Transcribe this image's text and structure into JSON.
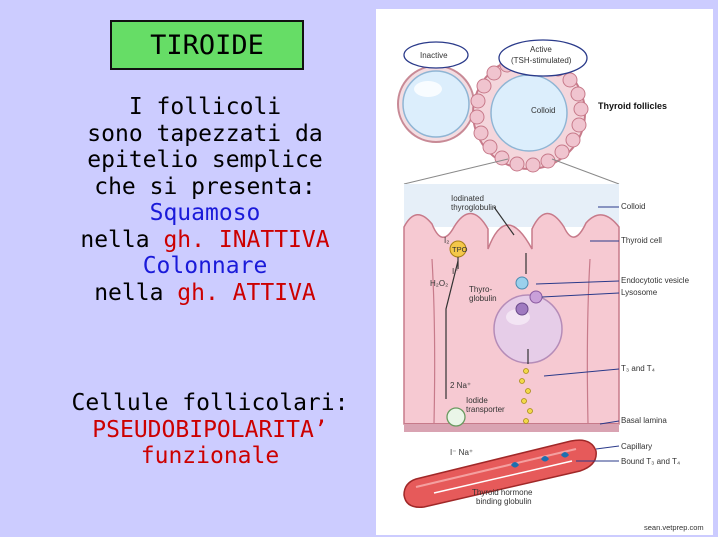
{
  "slide": {
    "title": "TIROIDE",
    "para_lines": [
      "I follicoli",
      "sono tapezzati da",
      "epitelio semplice",
      "che si presenta:",
      "Squamoso"
    ],
    "inactive_prefix": "nella ",
    "inactive_gh": "gh. INATTIVA",
    "colonnare": "Colonnare",
    "active_prefix": "nella ",
    "active_gh": "gh. ATTIVA",
    "cells_title": "Cellule follicolari:",
    "cells_term": "PSEUDOBIPOLARITA’",
    "cells_sub": "funzionale"
  },
  "colors": {
    "background": "#ccccff",
    "title_box": "#66dd66",
    "blue_text": "#1a1ad9",
    "red_text": "#cc0000"
  },
  "figure": {
    "labels": {
      "inactive": "Inactive",
      "active": "Active",
      "tsh": "(TSH-stimulated)",
      "colloid_in": "Colloid",
      "thyroid_follicles": "Thyroid follicles",
      "iodinated": "Iodinated",
      "thyroglobulin_top": "thyroglobulin",
      "colloid_right": "Colloid",
      "i2": "I₂",
      "tpo": "TPO",
      "thyroid_cell": "Thyroid cell",
      "i_minus": "I⁻",
      "h2o2": "H₂O₂",
      "thyro": "Thyro-",
      "globulin": "globulin",
      "endocytotic": "Endocytotic vesicle",
      "lysosome": "Lysosome",
      "t3t4": "T₃ and T₄",
      "iodide": "Iodide",
      "transporter": "transporter",
      "two_na": "2 Na⁺",
      "i_na": "I⁻ Na⁺",
      "basal_lamina": "Basal lamina",
      "capillary": "Capillary",
      "bound": "Bound  T₃ and T₄",
      "thyroid_hormone": "Thyroid hormone",
      "binding_globulin": "binding globulin",
      "watermark": "sean.vetprep.com"
    }
  }
}
